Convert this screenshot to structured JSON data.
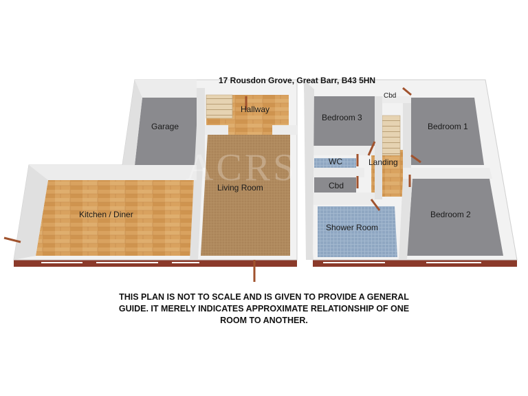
{
  "title": "17 Rousdon Grove, Great Barr, B43 5HN",
  "watermark": "ACRS",
  "rooms": {
    "garage": "Garage",
    "hallway": "Hallway",
    "living_room": "Living Room",
    "kitchen_diner": "Kitchen / Diner",
    "bedroom3": "Bedroom 3",
    "bedroom1": "Bedroom 1",
    "bedroom2": "Bedroom 2",
    "wc": "WC",
    "cbd_lower": "Cbd",
    "cbd_upper": "Cbd",
    "landing": "Landing",
    "shower_room": "Shower Room"
  },
  "disclaimer": [
    "THIS PLAN IS NOT TO SCALE AND IS GIVEN TO PROVIDE A GENERAL",
    "GUIDE. IT MERELY INDICATES APPROXIMATE RELATIONSHIP OF ONE",
    "ROOM TO ANOTHER."
  ],
  "colors": {
    "wall_top": "#f4f4f4",
    "wall_side": "#d9d9d9",
    "grey_floor": "#8a8a8e",
    "wood_floor": "#d9a25f",
    "carpet_floor": "#b08a5e",
    "tile_floor": "#8fa7c2",
    "base_brick": "#8b3a2a",
    "door": "#a0522d"
  }
}
